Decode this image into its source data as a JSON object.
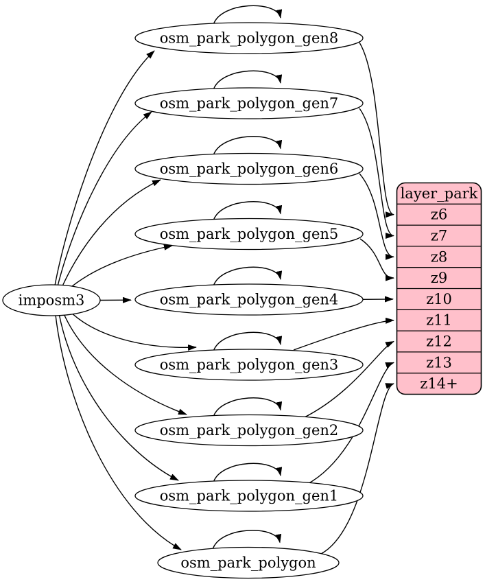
{
  "source": {
    "label": "imposm3"
  },
  "tables": [
    {
      "label": "osm_park_polygon_gen8",
      "self_loop": true,
      "target_zoom": "z6"
    },
    {
      "label": "osm_park_polygon_gen7",
      "self_loop": true,
      "target_zoom": "z7"
    },
    {
      "label": "osm_park_polygon_gen6",
      "self_loop": true,
      "target_zoom": "z8"
    },
    {
      "label": "osm_park_polygon_gen5",
      "self_loop": true,
      "target_zoom": "z9"
    },
    {
      "label": "osm_park_polygon_gen4",
      "self_loop": true,
      "target_zoom": "z10"
    },
    {
      "label": "osm_park_polygon_gen3",
      "self_loop": true,
      "target_zoom": "z11"
    },
    {
      "label": "osm_park_polygon_gen2",
      "self_loop": true,
      "target_zoom": "z12"
    },
    {
      "label": "osm_park_polygon_gen1",
      "self_loop": true,
      "target_zoom": "z13"
    },
    {
      "label": "osm_park_polygon",
      "self_loop": true,
      "target_zoom": "z14+"
    }
  ],
  "layer": {
    "header": "layer_park",
    "rows": [
      "z6",
      "z7",
      "z8",
      "z9",
      "z10",
      "z11",
      "z12",
      "z13",
      "z14+"
    ]
  },
  "colors": {
    "layer_fill": "#ffc0cb",
    "node_fill": "#ffffff",
    "stroke": "#000000",
    "text": "#000000",
    "background": "#ffffff"
  }
}
